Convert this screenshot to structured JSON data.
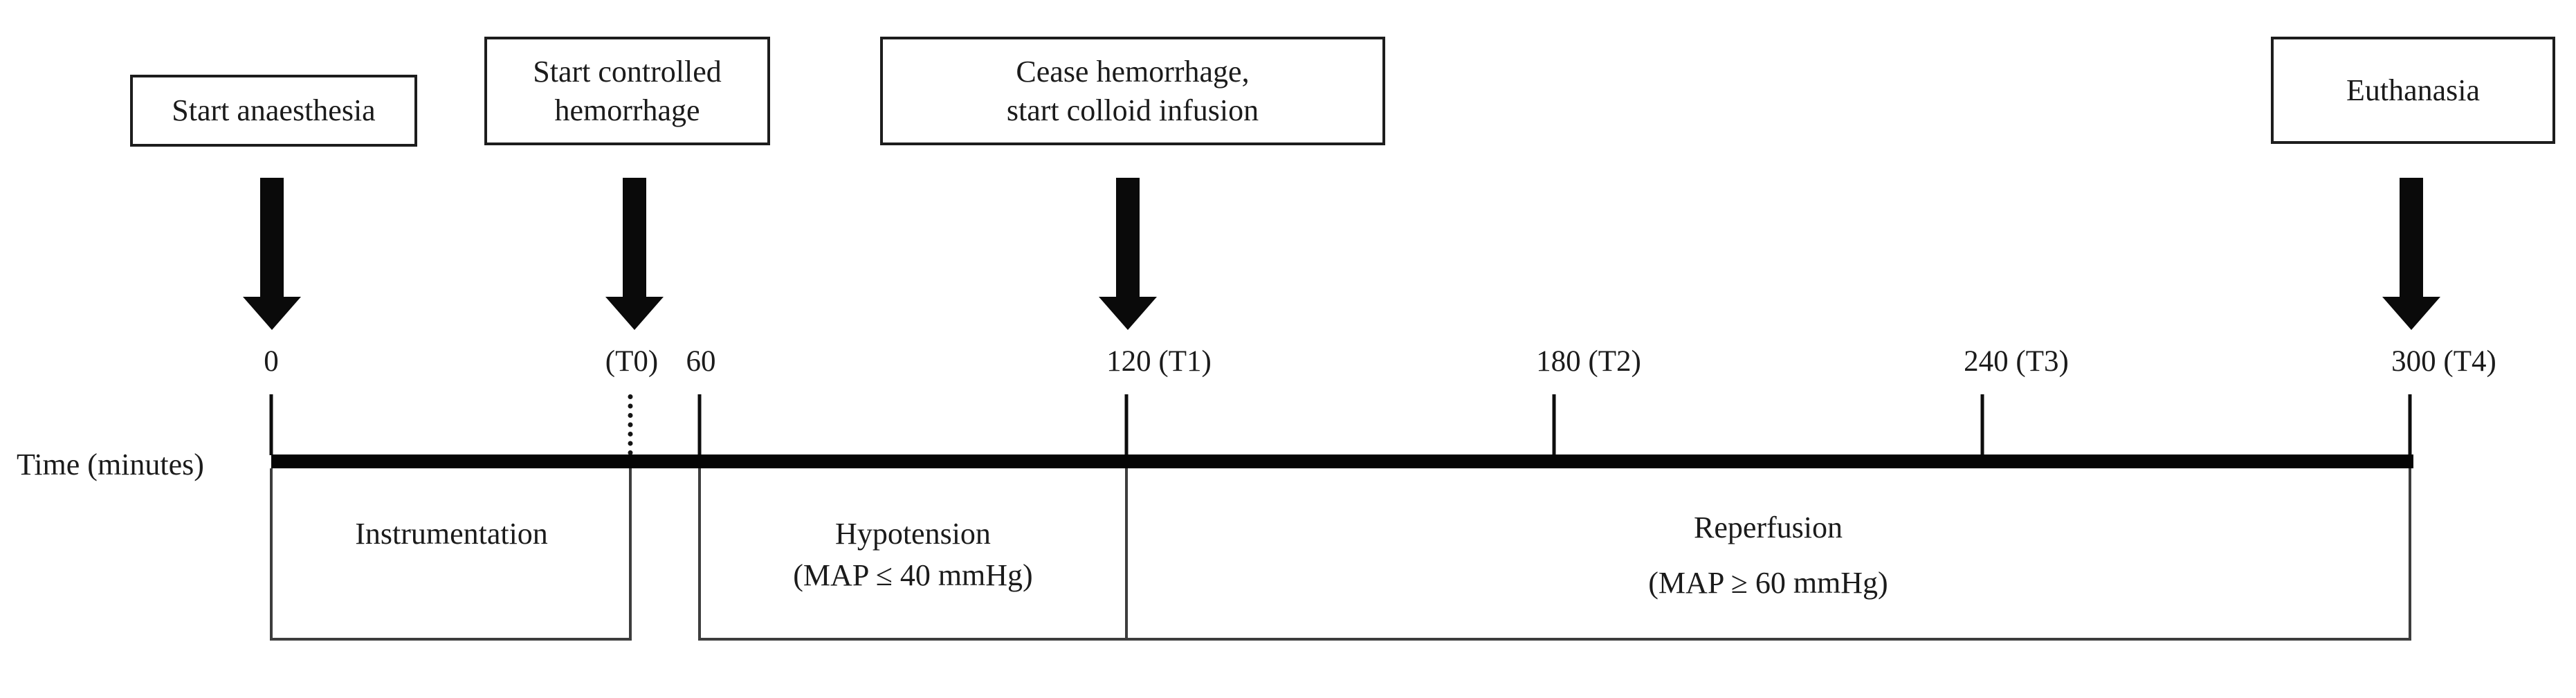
{
  "colors": {
    "ink": "#1b1b1b",
    "line": "#0a0a0a",
    "bracket": "#3d3d3d",
    "background": "#ffffff"
  },
  "axis": {
    "label": "Time (minutes)",
    "unit": "minutes",
    "range_minutes": [
      0,
      300
    ],
    "ticks": [
      {
        "label": "0"
      },
      {
        "label": "(T0)",
        "style": "dotted"
      },
      {
        "label": "60"
      },
      {
        "label": "120 (T1)"
      },
      {
        "label": "180 (T2)"
      },
      {
        "label": "240 (T3)"
      },
      {
        "label": "300 (T4)"
      }
    ]
  },
  "events": [
    {
      "label": "Start anaesthesia",
      "at_tick": "0"
    },
    {
      "label": "Start controlled\nhemorrhage",
      "at_tick": "(T0)"
    },
    {
      "label": "Cease hemorrhage,\nstart colloid infusion",
      "at_tick": "120 (T1)"
    },
    {
      "label": "Euthanasia",
      "at_tick": "300 (T4)"
    }
  ],
  "phases": [
    {
      "name": "Instrumentation",
      "detail": "",
      "from": "0",
      "to": "(T0)"
    },
    {
      "name": "Hypotension",
      "detail": "(MAP ≤ 40 mmHg)",
      "from": "60",
      "to": "120 (T1)"
    },
    {
      "name": "Reperfusion",
      "detail": "(MAP ≥ 60 mmHg)",
      "from": "120 (T1)",
      "to": "300 (T4)"
    }
  ]
}
